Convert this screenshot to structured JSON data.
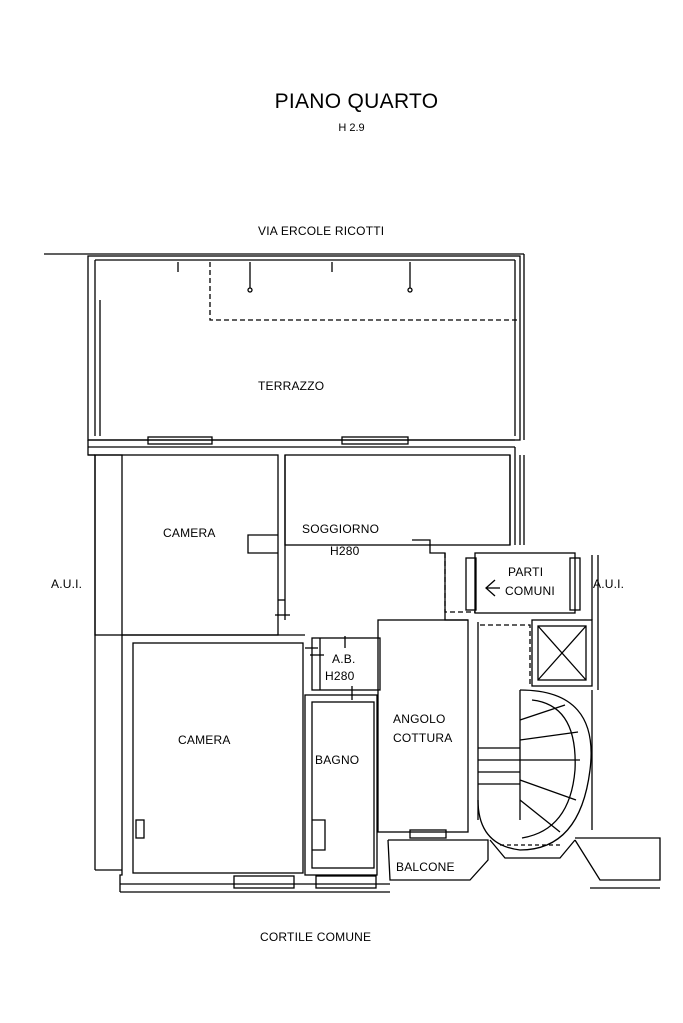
{
  "header": {
    "title": "PIANO QUARTO",
    "height": "H 2.9"
  },
  "streets": {
    "top": "VIA ERCOLE RICOTTI",
    "bottom": "CORTILE COMUNE"
  },
  "rooms": {
    "terrace": "TERRAZZO",
    "bedroom_1": "CAMERA",
    "living": "SOGGIORNO",
    "living_height": "H280",
    "common_1": "PARTI",
    "common_2": "COMUNI",
    "aui_left": "A.U.I.",
    "aui_right": "A.U.I.",
    "closet": "A.B.",
    "closet_height": "H280",
    "bedroom_2": "CAMERA",
    "bathroom": "BAGNO",
    "kitchen_1": "ANGOLO",
    "kitchen_2": "COTTURA",
    "balcony": "BALCONE"
  }
}
